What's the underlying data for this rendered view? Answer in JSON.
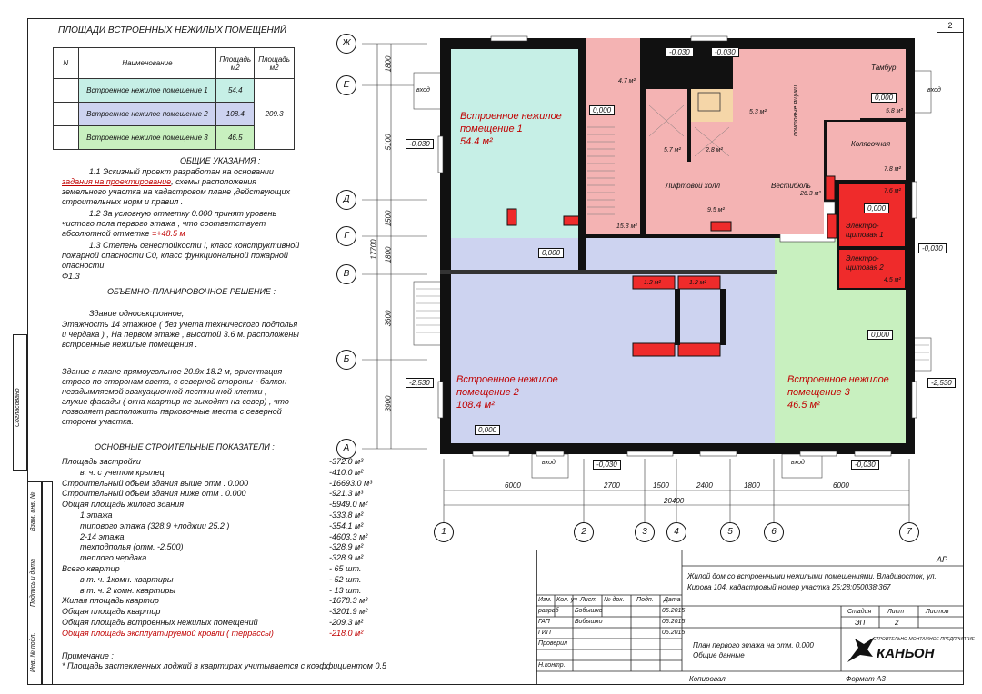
{
  "sheet_number": "2",
  "areas_table": {
    "title": "ПЛОЩАДИ ВСТРОЕННЫХ НЕЖИЛЫХ ПОМЕЩЕНИЙ",
    "headers": [
      "N",
      "Наименование",
      "Площадь м2",
      "Площадь м2"
    ],
    "rows": [
      {
        "name": "Встроенное нежилое помещение 1",
        "area": "54.4",
        "color": "#c6efe6"
      },
      {
        "name": "Встроенное нежилое помещение 2",
        "area": "108.4",
        "color": "#cdd3f0"
      },
      {
        "name": "Встроенное нежилое помещение 3",
        "area": "46.5",
        "color": "#c8f0bf"
      }
    ],
    "total": "209.3"
  },
  "general": {
    "title": "ОБЩИЕ УКАЗАНИЯ :",
    "lines": [
      "1.1 Эскизный проект разработан на основании",
      "задания на проектирование, схемы расположения",
      "земельного участка на кадастровом плане ,действующих",
      "строительных норм и правил .",
      "1.2 За условную отметку 0.000 принят уровень",
      "чистого пола первого этажа , что соответствует",
      "абсолютной отметке",
      "1.3 Степень огнестойкости I, класс конструктивной",
      "пожарной опасности С0, класс функциональной пожарной",
      "опасности",
      "Ф1.3"
    ],
    "red_part1": "задания на проектирование",
    "abs_mark": "=+48.5 м"
  },
  "planning": {
    "title": "ОБЪЕМНО-ПЛАНИРОВОЧНОЕ РЕШЕНИЕ :",
    "lines": [
      "Здание односекционное,",
      "Этажность 14 этажное ( без учета технического подполья",
      "и чердака ) , На первом этаже , высотой 3.6 м. расположены",
      "встроенные нежилые помещения .",
      "",
      "Здание в плане прямоугольное 20.9х 18.2 м, ориентация",
      "строго по сторонам света, с северной стороны - балкон",
      "незадымляемой эвакуационной лестничной клетки ,",
      "глухие фасады ( окна квартир не выходят на север) , что",
      "позволяет расположить парковочные места с северной",
      "стороны участка."
    ]
  },
  "indicators": {
    "title": "ОСНОВНЫЕ СТРОИТЕЛЬНЫЕ ПОКАЗАТЕЛИ :",
    "rows": [
      {
        "label": "Площадь застройки",
        "value": "-372.0 м²",
        "indent": 0
      },
      {
        "label": "в. ч. с учетом крылец",
        "value": "-410.0 м²",
        "indent": 20
      },
      {
        "label": "Строительный объем здания выше отм . 0.000",
        "value": "-16693.0 м³",
        "indent": 0
      },
      {
        "label": "Строительный объем здания ниже отм . 0.000",
        "value": "-921.3 м³",
        "indent": 0
      },
      {
        "label": "Общая площадь жилого здания",
        "value": "-5949.0 м²",
        "indent": 0
      },
      {
        "label": "1 этажа",
        "value": "-333.8 м²",
        "indent": 20
      },
      {
        "label": "типового этажа (328.9 +лоджии 25.2 )",
        "value": "-354.1 м²",
        "indent": 20
      },
      {
        "label": "2-14 этажа",
        "value": "-4603.3 м²",
        "indent": 20
      },
      {
        "label": "техподполья (отм. -2.500)",
        "value": "-328.9 м²",
        "indent": 20
      },
      {
        "label": "теплого чердака",
        "value": "-328.9 м²",
        "indent": 20
      },
      {
        "label": "Всего квартир",
        "value": "- 65 шт.",
        "indent": 0
      },
      {
        "label": "в т. ч. 1комн. квартиры",
        "value": "- 52 шт.",
        "indent": 20
      },
      {
        "label": "в т. ч. 2 комн. квартиры",
        "value": "- 13 шт.",
        "indent": 20
      },
      {
        "label": "Жилая площадь квартир",
        "value": "-1678.3 м²",
        "indent": 0
      },
      {
        "label": "Общая площадь квартир",
        "value": "-3201.9 м²",
        "indent": 0
      },
      {
        "label": "Общая площадь встроенных нежилых помещений",
        "value": "-209.3 м²",
        "indent": 0
      },
      {
        "label": "Общая площадь эксплуатируемой кровли ( террассы)",
        "value": "-218.0 м²",
        "indent": 0,
        "red": true
      }
    ],
    "note_title": "Примечание :",
    "note": "* Площадь застекленных лоджий в квартирах учитывается с коэффициентом 0.5"
  },
  "side_labels": {
    "agreed": "Согласовано",
    "inv_replace": "Взам. инв. №",
    "sign_date": "Подпись и дата",
    "inv_orig": "Инв. № подл."
  },
  "plan": {
    "axes_letters": [
      "Ж",
      "Е",
      "Д",
      "Г",
      "В",
      "Б",
      "А"
    ],
    "axes_numbers": [
      "1",
      "2",
      "3",
      "4",
      "5",
      "6",
      "7"
    ],
    "left_dims": [
      "1800",
      "5100",
      "1500",
      "1800",
      "3600",
      "3900"
    ],
    "overall_left": "17700",
    "bottom_dims": [
      "6000",
      "2700",
      "1500",
      "2400",
      "1800",
      "6000"
    ],
    "overall_bottom": "20400",
    "elevations": {
      "top1": "-0,030",
      "top2": "-0,030",
      "left_mid": "-0,030",
      "left_low": "-2,530",
      "right_mid": "-0,030",
      "right_low": "-2,530",
      "bot1": "-0,030",
      "bot2": "-0,030",
      "zero": "0,000"
    },
    "entrance": "вход",
    "rooms": {
      "r1_name": "Встроенное нежилое помещение 1",
      "r1_area": "54.4 м²",
      "r2_name": "Встроенное нежилое помещение 2",
      "r2_area": "108.4 м²",
      "r3_name": "Встроенное нежилое помещение 3",
      "r3_area": "46.5 м²",
      "lift_hall": "Лифтовой холл",
      "lift_hall_area": "9.5 м²",
      "vestibule": "Вестибюль",
      "vestibule_area": "26.3 м²",
      "tambur": "Тамбур",
      "tambur_area": "5.8 м²",
      "stroller": "Колясочная",
      "stroller_area": "7.8 м²",
      "elec1": "Электро-щитовая 1",
      "elec2": "Электро-щитовая 2",
      "elec2_area": "4.5 м²",
      "mailboxes": "почтовые ящики",
      "a_47": "4.7 м²",
      "a_153": "15.3 м²",
      "a_57": "5.7 м²",
      "a_28": "2.8 м²",
      "a_53": "5.3 м²",
      "a_76": "7.6 м²",
      "a_12": "1.2 м²"
    },
    "colors": {
      "room1": "#c6efe6",
      "room2": "#cdd3f0",
      "room3": "#c8f0bf",
      "common": "#f4b3b3",
      "elec": "#ef2b2b",
      "wall": "#111111",
      "stair_block": "#f5d6a8"
    }
  },
  "stamp": {
    "code": "АР",
    "title": "Жилой дом со встроенными нежилыми помещениями. Владивосток, ул. Кирова 104, кадастровый номер участка 25:28:050038:367",
    "col_headers": [
      "Изм.",
      "Кол. уч",
      "Лист",
      "№ док.",
      "Подп.",
      "Дата"
    ],
    "people": [
      {
        "role": "разраб",
        "name": "Бобышко",
        "date": "05.2015"
      },
      {
        "role": "ГАП",
        "name": "Бобышко",
        "date": "05.2015"
      },
      {
        "role": "ГИП",
        "name": "",
        "date": "05.2015"
      },
      {
        "role": "Проверил",
        "name": "",
        "date": ""
      },
      {
        "role": "",
        "name": "",
        "date": ""
      },
      {
        "role": "Н.контр.",
        "name": "",
        "date": ""
      }
    ],
    "stage_h": "Стадия",
    "sheet_h": "Лист",
    "sheets_h": "Листов",
    "stage": "ЭП",
    "sheet": "2",
    "drawing_title": "План первого этажа на отм. 0.000 Общие данные",
    "company_tag": "СТРОИТЕЛЬНО-МОНТАЖНОЕ ПРЕДПРИЯТИЕ",
    "company": "КАНЬОН",
    "copied": "Копировал",
    "format": "Формат А3"
  }
}
